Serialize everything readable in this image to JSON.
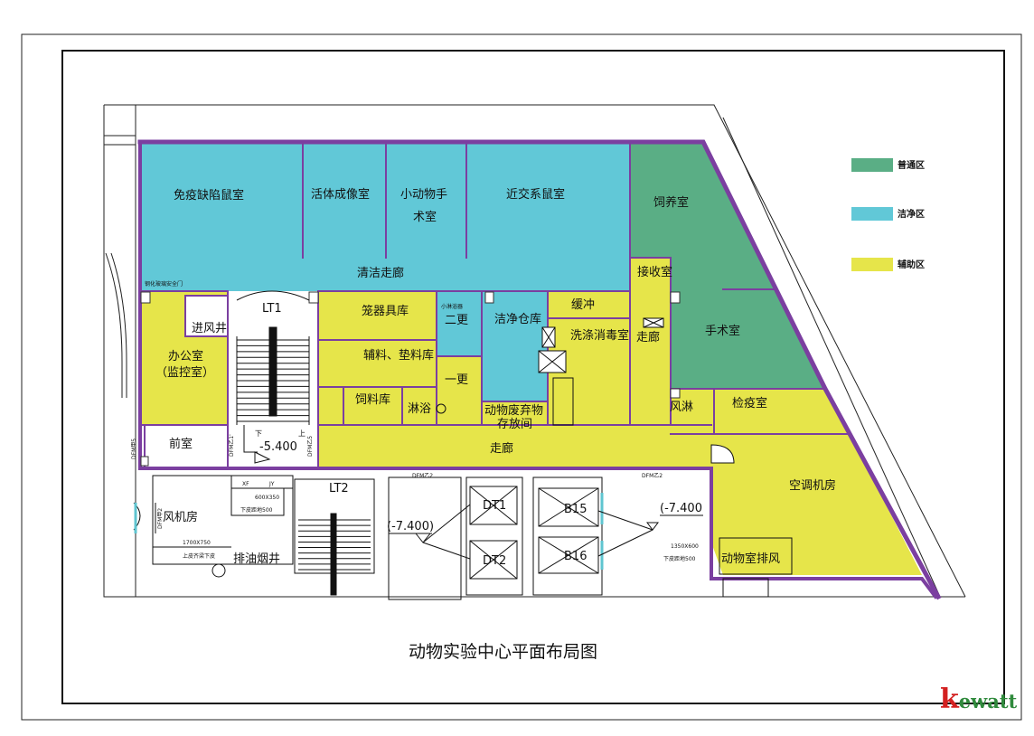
{
  "title": "动物实验中心平面布局图",
  "legend": [
    {
      "label": "普通区",
      "color": "#5aae85"
    },
    {
      "label": "洁净区",
      "color": "#61c8d7"
    },
    {
      "label": "辅助区",
      "color": "#e6e54a"
    }
  ],
  "rooms": {
    "mianyi": "免疫缺陷鼠室",
    "huoti": "活体成像室",
    "xiaodongwu1": "小动物手",
    "xiaodongwu2": "术室",
    "jinjiao": "近交系鼠室",
    "siyang": "饲养室",
    "qingjie": "清洁走廊",
    "jieshou": "接收室",
    "shoushu": "手术室",
    "jinfeng": "进风井",
    "bangong1": "办公室",
    "bangong2": "（监控室）",
    "qianshi": "前室",
    "longqi": "笼器具库",
    "fuliao": "辅料、垫料库",
    "siliao": "饲料库",
    "linyu": "淋浴",
    "ergeng": "二更",
    "yigeng": "一更",
    "jiejing": "洁净仓库",
    "feiqi1": "动物废弃物",
    "feiqi2": "存放间",
    "huanchong": "缓冲",
    "xidi": "洗涤消毒室",
    "zoulang_v": "走廊",
    "fenglin": "风淋",
    "jianyi": "检疫室",
    "zoulang": "走廊",
    "kongtiao": "空调机房",
    "fengji": "风机房",
    "paiyou": "排油烟井",
    "dongwu_paifeng": "动物室排风"
  },
  "labels": {
    "lt1": "LT1",
    "lt2": "LT2",
    "dt1": "DT1",
    "dt2": "DT2",
    "b15": "B15",
    "b16": "B16",
    "elev_a": "-5.400",
    "elev_b": "(-7.400)",
    "elev_c": "(-7.400",
    "up": "上",
    "down": "下",
    "dfm1": "DFM甲5",
    "dfm2": "DFM乙1'",
    "dfm3": "DFM乙5",
    "dfm4": "DFM乙2",
    "dfm5": "DFM乙2",
    "dfm6": "DFM甲2",
    "door_note": "钢化玻璃安全门",
    "shower_note": "小淋浴器",
    "dim1": "1700X750",
    "dim1b": "上皮齐梁下皮",
    "dim2": "600X350",
    "dim2b": "下皮距地500",
    "dim3": "1350X600",
    "dim3b": "下皮距地500",
    "xf": "XF",
    "jy": "JY"
  },
  "brand": {
    "first": "k",
    "rest": "ewatt"
  }
}
